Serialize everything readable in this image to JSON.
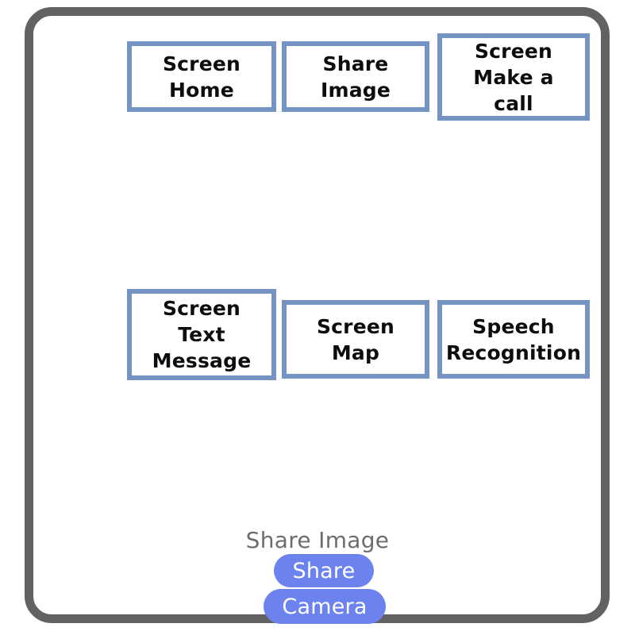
{
  "device": {
    "frame_color": "#626262",
    "background": "#ffffff"
  },
  "flow": {
    "box_border_color": "#7493c2",
    "box_fill_color": "#ffffff",
    "text_color": "#0d0d0d",
    "rows": [
      {
        "name": "row-1",
        "boxes": [
          {
            "id": "screen-home",
            "label": "Screen\nHome"
          },
          {
            "id": "share-image",
            "label": "Share\nImage"
          },
          {
            "id": "make-a-call",
            "label": "Screen\nMake a\ncall"
          }
        ]
      },
      {
        "name": "row-2",
        "boxes": [
          {
            "id": "text-message",
            "label": "Screen\nText\nMessage"
          },
          {
            "id": "screen-map",
            "label": "Screen\nMap"
          },
          {
            "id": "speech-recog",
            "label": "Speech\nRecognition"
          }
        ]
      }
    ]
  },
  "share_sheet": {
    "title": "Share Image",
    "title_color": "#6d6d6d",
    "pill_color": "#6c83ef",
    "pill_text_color": "#ffffff",
    "options": [
      {
        "id": "share",
        "label": "Share"
      },
      {
        "id": "camera",
        "label": "Camera"
      }
    ]
  }
}
